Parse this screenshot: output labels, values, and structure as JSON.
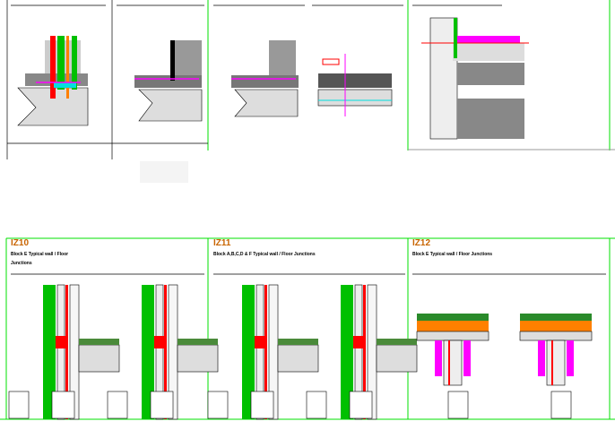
{
  "sheets": [
    {
      "code": "IZ10",
      "title": "Block E Typical wall / Floor",
      "subtitle": "Junctions"
    },
    {
      "code": "IZ11",
      "title": "Block A,B,C,D & F  Typical wall / Floor Junctions",
      "subtitle": ""
    },
    {
      "code": "IZ12",
      "title": "Block E Typical wall / Floor Junctions",
      "subtitle": ""
    }
  ],
  "colors": {
    "frame": "#00e000",
    "insulation": "#00c000",
    "membrane": "#ff00ff",
    "cavity": "#ff0000",
    "accent": "#ff8000",
    "water": "#00e0e0"
  }
}
